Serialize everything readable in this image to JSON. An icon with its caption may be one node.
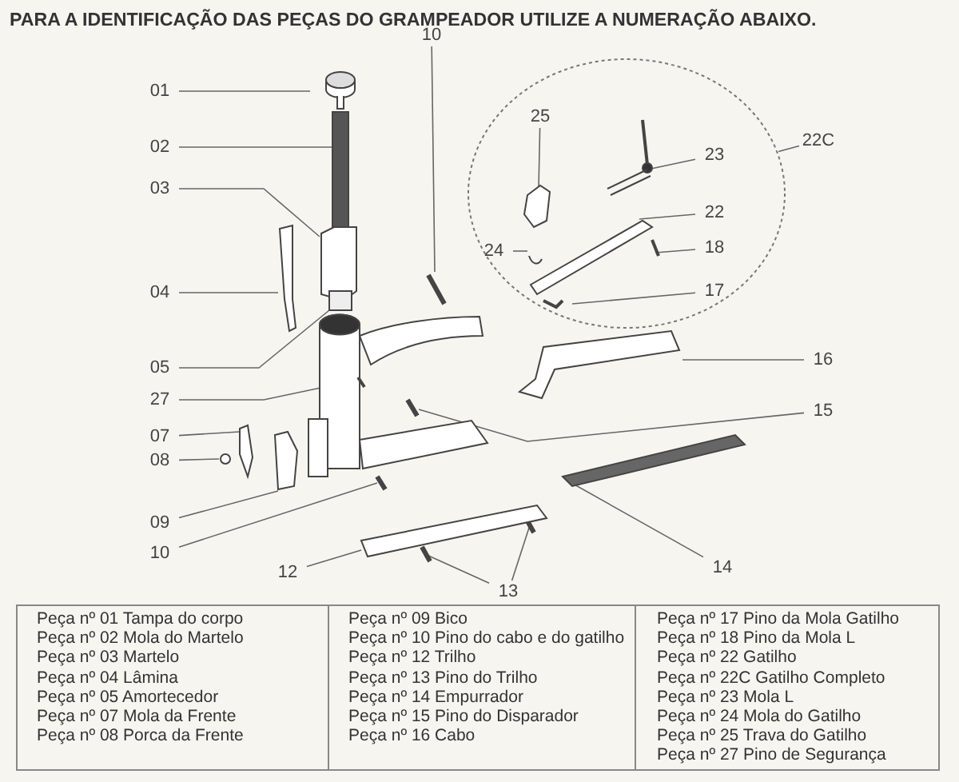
{
  "diagram": {
    "title": "PARA A IDENTIFICAÇÃO DAS PEÇAS DO GRAMPEADOR UTILIZE A NUMERAÇÃO ABAIXO.",
    "nodes": [
      {
        "text": [
          "01"
        ]
      },
      {
        "text": [
          "10"
        ]
      },
      {
        "text": [],
        "shape": "circle"
      },
      {
        "text": [
          "22C"
        ]
      },
      {
        "text": [
          "25"
        ],
        "in": 2
      },
      {
        "text": [
          "23"
        ],
        "in": 2
      },
      {
        "text": [
          "02"
        ]
      },
      {
        "text": [
          "03"
        ]
      },
      {
        "text": [
          "22"
        ],
        "in": 2
      },
      {
        "text": [
          "24"
        ],
        "in": 2
      },
      {
        "text": [
          "18"
        ],
        "in": 2
      },
      {
        "text": [
          "17"
        ],
        "in": 2
      },
      {
        "text": [
          "04"
        ]
      },
      {
        "text": [
          "05"
        ]
      },
      {
        "text": [
          "16"
        ]
      },
      {
        "text": [
          "27"
        ]
      },
      {
        "text": [
          "15"
        ]
      },
      {
        "text": [
          "07"
        ]
      },
      {
        "text": [
          "08"
        ]
      },
      {
        "text": [
          "09"
        ]
      },
      {
        "text": [
          "10"
        ]
      },
      {
        "text": [
          "12"
        ]
      },
      {
        "text": [
          "14"
        ]
      },
      {
        "text": [
          "13"
        ]
      }
    ],
    "edges": [
      {
        "from": 0,
        "to": null,
        "arrow": "none"
      },
      {
        "from": 1,
        "to": null,
        "arrow": "none"
      },
      {
        "from": 3,
        "to": 2,
        "arrow": "none"
      },
      {
        "from": 4,
        "to": null,
        "arrow": "none"
      },
      {
        "from": 5,
        "to": null,
        "arrow": "none"
      },
      {
        "from": 6,
        "to": null,
        "arrow": "none"
      },
      {
        "from": 7,
        "to": null,
        "arrow": "none"
      },
      {
        "from": 8,
        "to": null,
        "arrow": "none"
      },
      {
        "from": 9,
        "to": null,
        "arrow": "none"
      },
      {
        "from": 10,
        "to": null,
        "arrow": "none"
      },
      {
        "from": 11,
        "to": null,
        "arrow": "none"
      },
      {
        "from": 12,
        "to": null,
        "arrow": "none"
      },
      {
        "from": 13,
        "to": null,
        "arrow": "none"
      },
      {
        "from": 14,
        "to": null,
        "arrow": "none"
      },
      {
        "from": 15,
        "to": null,
        "arrow": "none"
      },
      {
        "from": 16,
        "to": null,
        "arrow": "none"
      },
      {
        "from": 17,
        "to": null,
        "arrow": "none"
      },
      {
        "from": 18,
        "to": null,
        "arrow": "none"
      },
      {
        "from": 19,
        "to": null,
        "arrow": "none"
      },
      {
        "from": 20,
        "to": null,
        "arrow": "none"
      },
      {
        "from": 21,
        "to": null,
        "arrow": "none"
      },
      {
        "from": 22,
        "to": null,
        "arrow": "none"
      },
      {
        "from": 23,
        "to": null,
        "arrow": "none"
      },
      {
        "from": 23,
        "to": null,
        "arrow": "none"
      }
    ],
    "labels": [
      "Peça nº 01 Tampa do corpo",
      "Peça nº 02 Mola do Martelo",
      "Peça nº 03 Martelo",
      "Peça nº 04 Lâmina",
      "Peça nº 05 Amortecedor",
      "Peça nº 07 Mola da Frente",
      "Peça nº 08 Porca da Frente",
      "Peça nº 09 Bico",
      "Peça nº 10 Pino do cabo e do gatilho",
      "Peça nº 12 Trilho",
      "Peça nº 13 Pino do Trilho",
      "Peça nº 14 Empurrador",
      "Peça nº 15 Pino do Disparador",
      "Peça nº 16 Cabo",
      "Peça nº 17 Pino da Mola Gatilho",
      "Peça nº 18 Pino da Mola L",
      "Peça nº 22 Gatilho",
      "Peça nº 22C Gatilho Completo",
      "Peça nº 23 Mola L",
      "Peça nº 24 Mola do Gatilho",
      "Peça nº 25 Trava do Gatilho",
      "Peça nº 27 Pino de Segurança"
    ]
  }
}
